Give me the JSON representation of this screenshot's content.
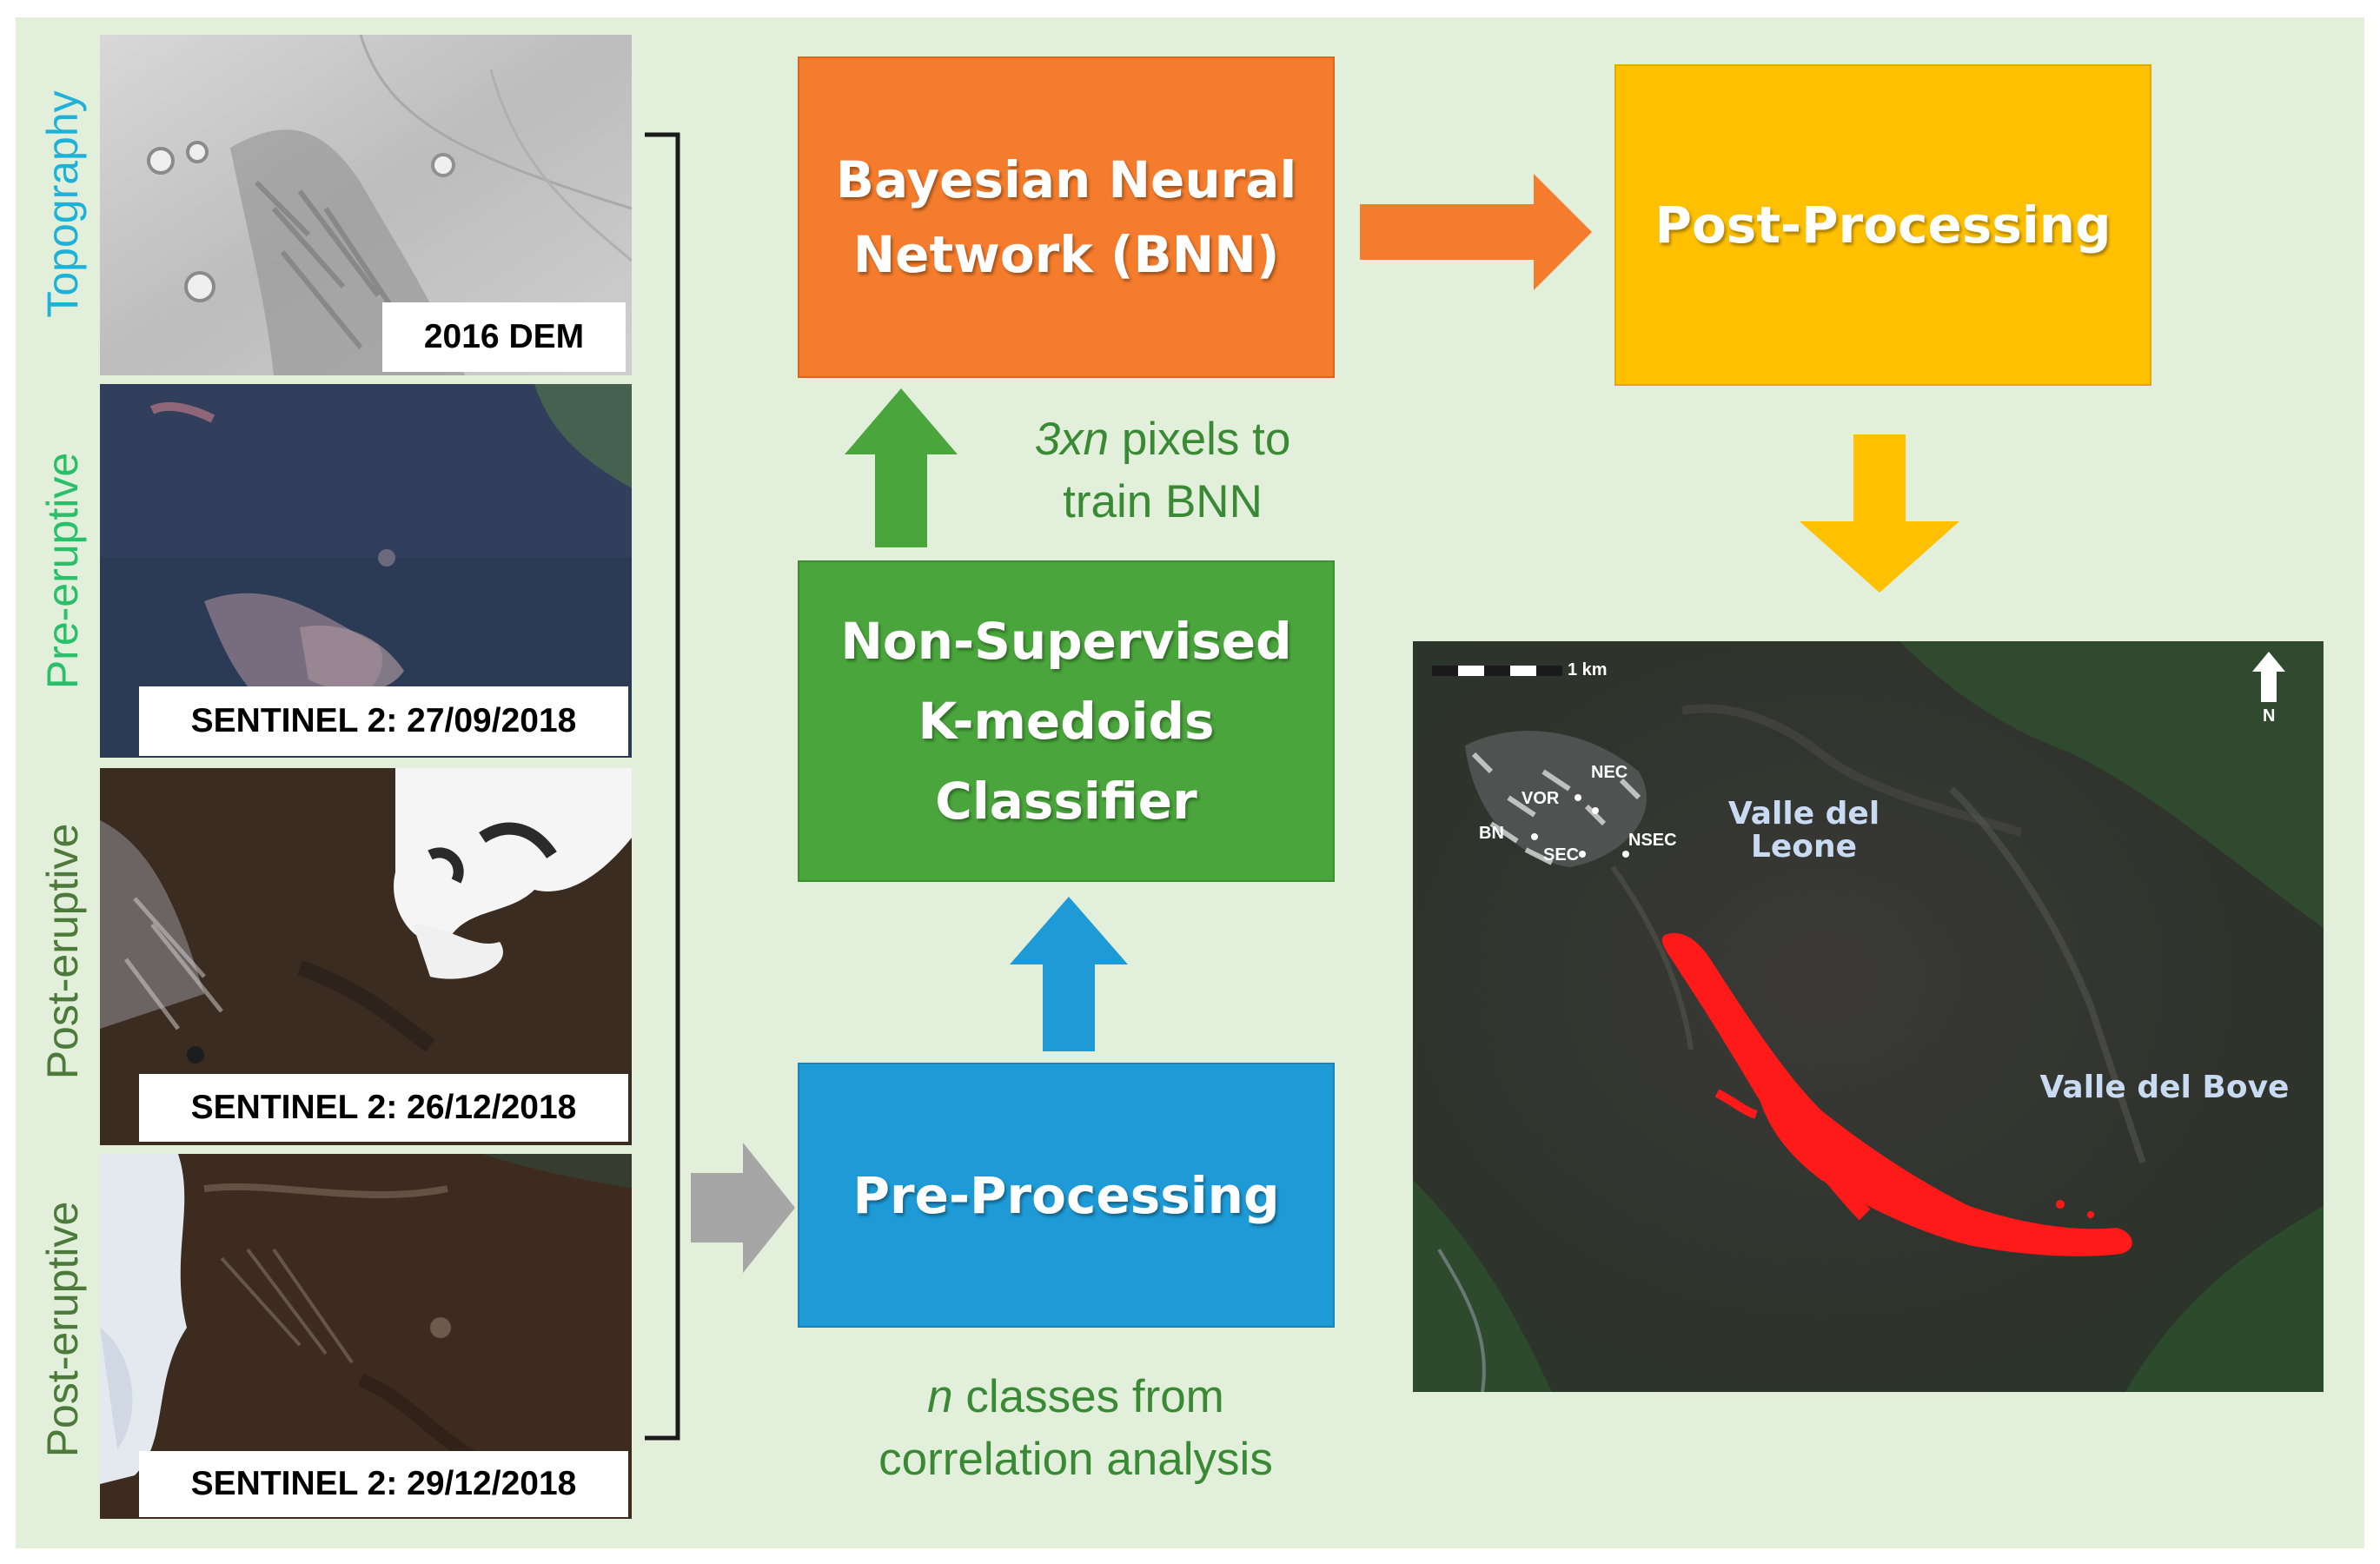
{
  "inputs": {
    "topography": {
      "side_label": "Topography",
      "caption": "2016 DEM"
    },
    "pre_eruptive": {
      "side_label": "Pre-eruptive",
      "caption": "SENTINEL 2: 27/09/2018"
    },
    "post_eruptive_1": {
      "side_label": "Post-eruptive",
      "caption": "SENTINEL 2: 26/12/2018"
    },
    "post_eruptive_2": {
      "side_label": "Post-eruptive",
      "caption": "SENTINEL 2: 29/12/2018"
    }
  },
  "boxes": {
    "bnn": {
      "line1": "Bayesian Neural",
      "line2": "Network (BNN)"
    },
    "post_processing": {
      "label": "Post-Processing"
    },
    "classifier": {
      "line1": "Non-Supervised",
      "line2": "K-medoids",
      "line3": "Classifier"
    },
    "pre_processing": {
      "label": "Pre-Processing"
    }
  },
  "notes": {
    "train": {
      "em": "3xn",
      "rest1": " pixels to",
      "line2": "train BNN"
    },
    "classes": {
      "em": "n",
      "rest1": " classes from",
      "line2": "correlation analysis"
    }
  },
  "map": {
    "scale_label": "1 km",
    "north_label": "N",
    "crater_labels": {
      "nec": "NEC",
      "vor": "VOR",
      "bn": "BN",
      "sec": "SEC",
      "nsec": "NSEC"
    },
    "valle_leone": {
      "line1": "Valle del",
      "line2": "Leone"
    },
    "valle_bove": "Valle del Bove"
  },
  "colors": {
    "background": "#e2efda",
    "bnn": "#f47c2c",
    "post_processing": "#ffc000",
    "classifier": "#4aa63c",
    "pre_processing": "#1e9ad6",
    "gray_arrow": "#a6a6a6",
    "lava": "#ff1a1a",
    "topography_label": "#1fb2d8",
    "pre_eruptive_label": "#2ac06a",
    "post_eruptive_label": "#4c7a3a"
  }
}
